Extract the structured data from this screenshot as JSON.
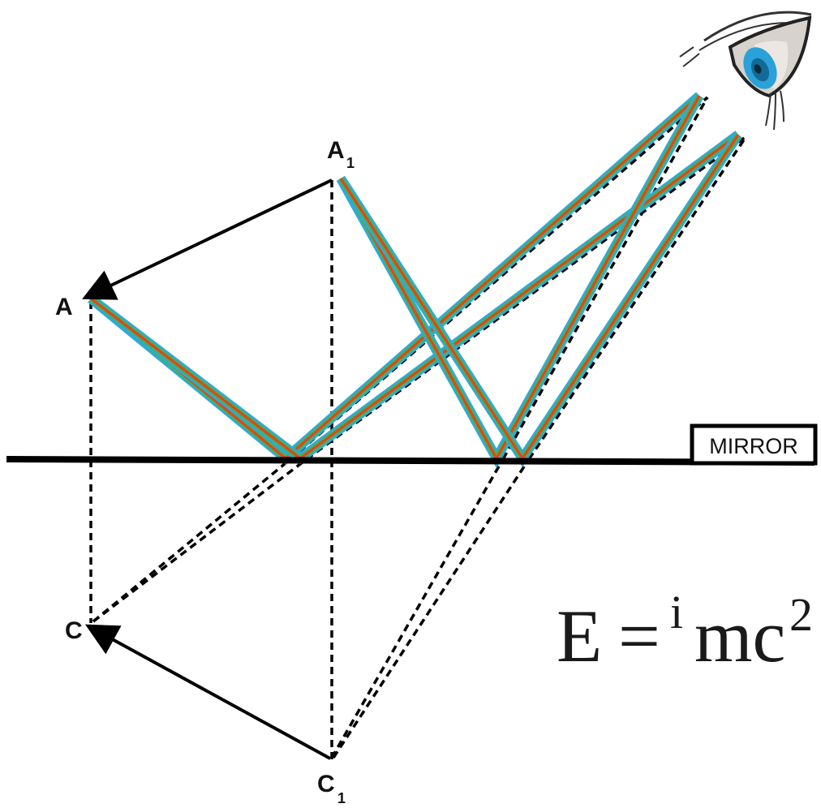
{
  "labels": {
    "A": "A",
    "A1_main": "A",
    "A1_sub": "1",
    "C": "C",
    "C1_main": "C",
    "C1_sub": "1",
    "mirror": "MIRROR"
  },
  "formula": {
    "lhs": "E",
    "eq": "=",
    "marker": "i",
    "rhs": "mc",
    "power": "2"
  },
  "colors": {
    "line": "#000000",
    "ray_outer": "#2eaadc",
    "ray_mid": "#4caf50",
    "ray_inner": "#e2431b"
  },
  "icons": [
    "eye-icon"
  ]
}
